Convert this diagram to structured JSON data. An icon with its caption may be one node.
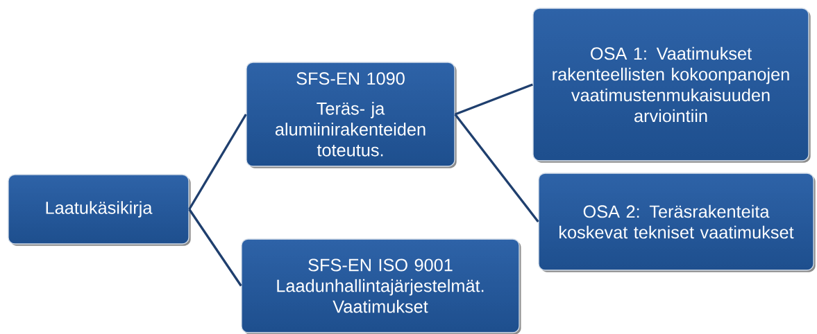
{
  "diagram": {
    "nodes": [
      {
        "text": [
          "Laatukäsikirja"
        ]
      },
      {
        "text": [
          "SFS-EN 1090",
          "Teräs- ja alumiinirakenteiden toteutus."
        ]
      },
      {
        "text": [
          "SFS-EN ISO 9001",
          "Laadunhallintajärjestelmät. Vaatimukset"
        ]
      },
      {
        "text": [
          "OSA 1: Vaatimukset rakenteellisten kokoonpanojen vaatimustenmukaisuuden arviointiin"
        ]
      },
      {
        "text": [
          "OSA 2: Teräsrakenteita koskevat tekniset vaatimukset"
        ]
      }
    ],
    "edges": [
      {
        "from": 0,
        "to": 1,
        "arrow": "none"
      },
      {
        "from": 0,
        "to": 2,
        "arrow": "none"
      },
      {
        "from": 1,
        "to": 3,
        "arrow": "none"
      },
      {
        "from": 1,
        "to": 4,
        "arrow": "none"
      }
    ]
  }
}
